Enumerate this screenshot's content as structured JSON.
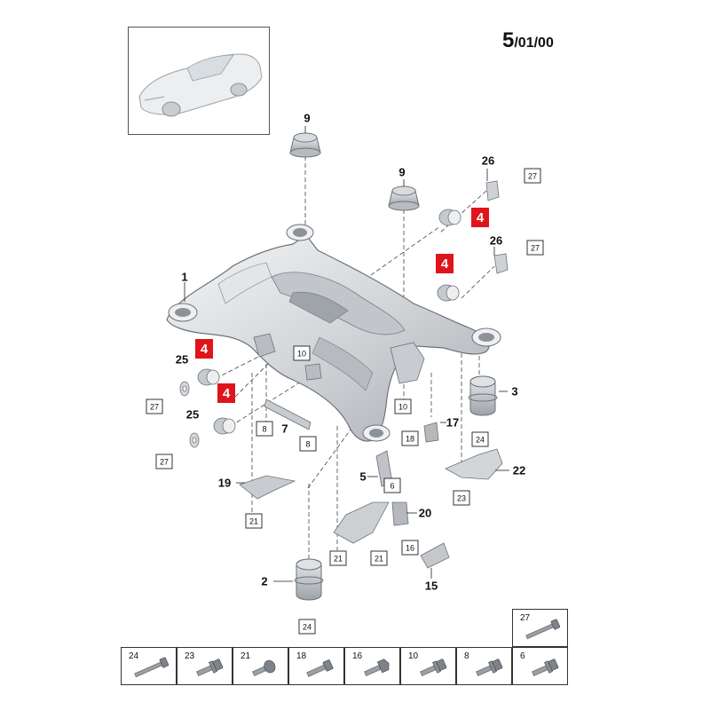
{
  "page_ref": {
    "number": "5",
    "suffix": "/01/00"
  },
  "callouts": {
    "c1": "1",
    "c2": "2",
    "c3": "3",
    "c5": "5",
    "c7": "7",
    "c9a": "9",
    "c9b": "9",
    "c15": "15",
    "c17": "17",
    "c19": "19",
    "c20": "20",
    "c22": "22",
    "c25a": "25",
    "c25b": "25",
    "c26a": "26",
    "c26b": "26"
  },
  "boxed_refs": {
    "b27_top": "27",
    "b27_mid": "27",
    "b27_left1": "27",
    "b27_left2": "27",
    "b10_a": "10",
    "b10_b": "10",
    "b8_a": "8",
    "b8_b": "8",
    "b6": "6",
    "b18": "18",
    "b24_a": "24",
    "b24_b": "24",
    "b23": "23",
    "b21_a": "21",
    "b21_b": "21",
    "b21_c": "21",
    "b16": "16"
  },
  "highlighted_refs": {
    "r1": "4",
    "r2": "4",
    "r3": "4",
    "r4": "4"
  },
  "accent_color": "#e0141b",
  "hardware_table": {
    "top_row": [
      {
        "ref": "27",
        "icon": "long-bolt-icon"
      }
    ],
    "bottom_row": [
      {
        "ref": "24",
        "icon": "long-bolt-icon"
      },
      {
        "ref": "23",
        "icon": "flange-bolt-icon"
      },
      {
        "ref": "21",
        "icon": "round-head-bolt-icon"
      },
      {
        "ref": "18",
        "icon": "bolt-icon"
      },
      {
        "ref": "16",
        "icon": "hex-bolt-icon"
      },
      {
        "ref": "10",
        "icon": "flange-bolt-icon"
      },
      {
        "ref": "8",
        "icon": "flange-bolt-icon"
      },
      {
        "ref": "6",
        "icon": "flange-bolt-icon"
      }
    ]
  }
}
